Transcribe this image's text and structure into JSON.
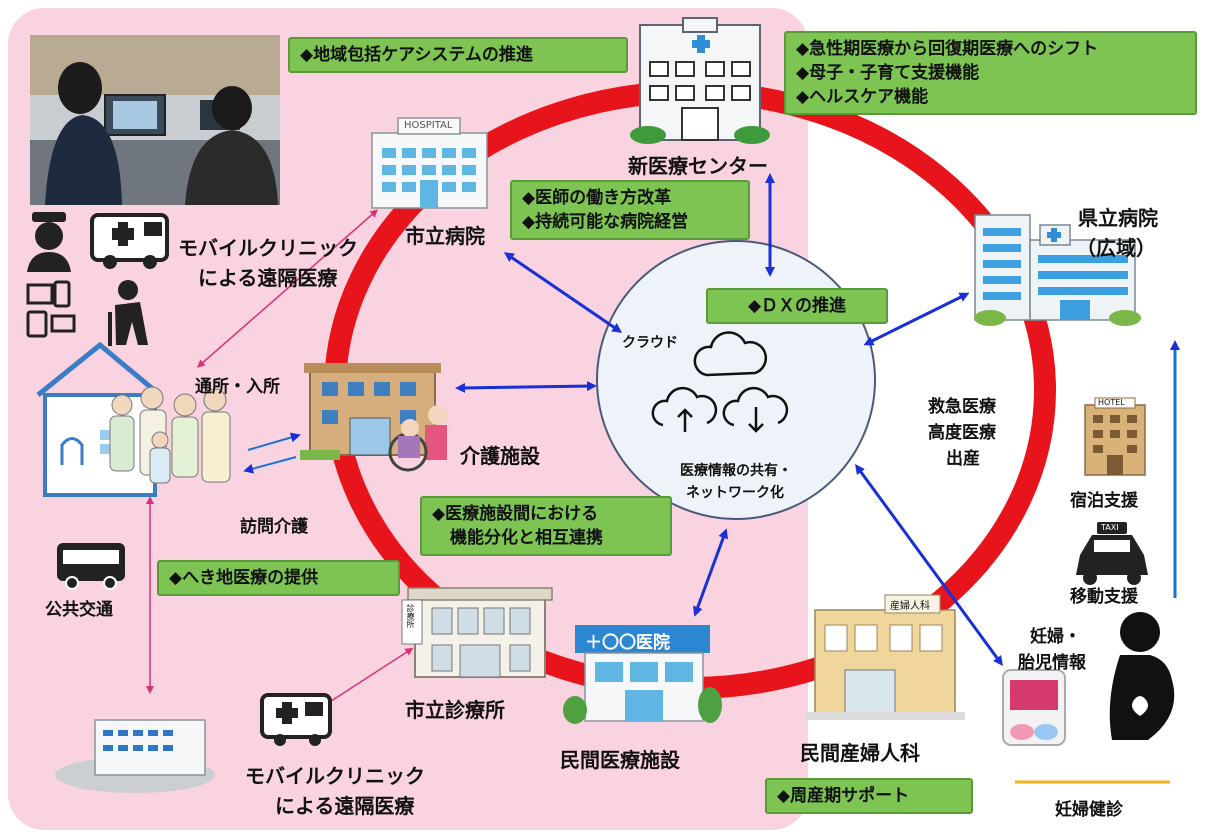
{
  "boxes": {
    "community_care": "◆地域包括ケアシステムの推進",
    "acute_shift": "◆急性期医療から回復期医療へのシフト",
    "maternal_child": "◆母子・子育て支援機能",
    "healthcare": "◆ヘルスケア機能",
    "work_reform": "◆医師の働き方改革",
    "sustainable": "◆持続可能な病院経営",
    "dx": "◆ＤＸの推進",
    "func_division_1": "◆医療施設間における",
    "func_division_2": "機能分化と相互連携",
    "remote_area": "◆へき地医療の提供",
    "perinatal": "◆周産期サポート"
  },
  "labels": {
    "new_center": "新医療センター",
    "city_hospital": "市立病院",
    "pref_hospital_1": "県立病院",
    "pref_hospital_2": "（広域）",
    "mobile_clinic_top_1": "モバイルクリニック",
    "mobile_clinic_top_2": "による遠隔医療",
    "commute": "通所・入所",
    "care_facility": "介護施設",
    "home_care": "訪問介護",
    "public_transit": "公共交通",
    "city_clinic": "市立診療所",
    "private_facility": "民間医療施設",
    "mobile_clinic_bottom_1": "モバイルクリニック",
    "mobile_clinic_bottom_2": "による遠隔医療",
    "private_obgyn": "民間産婦人科",
    "prenatal_checkup": "妊婦健診",
    "pregnant_info_1": "妊婦・",
    "pregnant_info_2": "胎児情報",
    "transport_support": "移動支援",
    "lodging_support": "宿泊支援",
    "emergency_1": "救急医療",
    "emergency_2": "高度医療",
    "emergency_3": "出産",
    "cloud": "クラウド",
    "sharing_1": "医療情報の共有・",
    "sharing_2": "ネットワーク化"
  },
  "signs": {
    "hospital_sign": "HOSPITAL",
    "clinic_sign": "＋〇〇医院",
    "clinic_vertical": "診療所",
    "obgyn_sign": "産婦人科",
    "hotel_sign": "HOTEL",
    "taxi_sign": "TAXI"
  },
  "colors": {
    "pink_background": "#f9d3e0",
    "red_ring": "#e8141b",
    "green_box": "#7dc453",
    "blue_arrow": "#1a2fd8",
    "pink_arrow": "#d9317a"
  }
}
